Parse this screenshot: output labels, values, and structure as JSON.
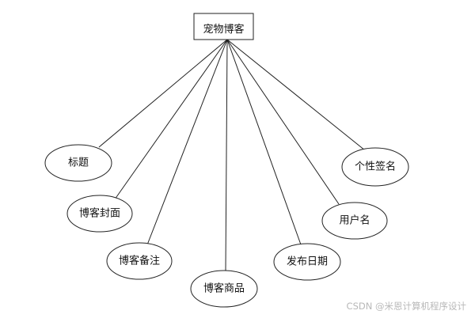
{
  "entity": {
    "label": "宠物博客"
  },
  "attributes": [
    {
      "id": "title",
      "label": "标题"
    },
    {
      "id": "cover",
      "label": "博客封面"
    },
    {
      "id": "note",
      "label": "博客备注"
    },
    {
      "id": "product",
      "label": "博客商品"
    },
    {
      "id": "date",
      "label": "发布日期"
    },
    {
      "id": "username",
      "label": "用户名"
    },
    {
      "id": "signature",
      "label": "个性签名"
    }
  ],
  "watermark": "CSDN @米恩计算机程序设计"
}
